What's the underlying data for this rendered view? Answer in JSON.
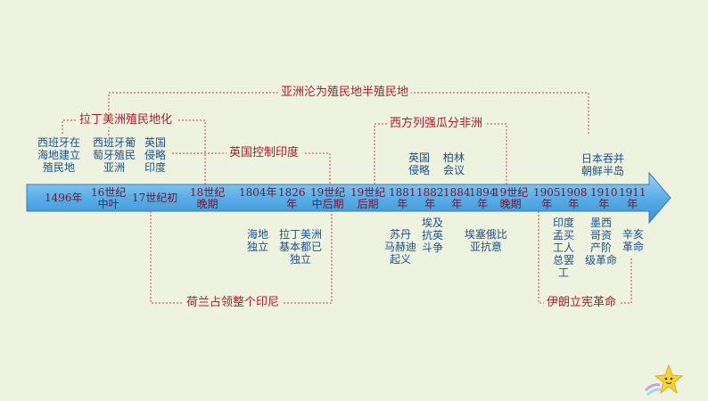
{
  "brackets": {
    "asia": "亚洲沦为殖民地半殖民地",
    "latin_america": "拉丁美洲殖民地化",
    "british_india": "英国控制印度",
    "partition_africa": "西方列强瓜分非洲",
    "dutch_indonesia": "荷兰占领整个印尼",
    "iran": "伊朗立宪革命"
  },
  "axis_labels": [
    "1496年",
    "16世纪\n中叶",
    "17世纪初",
    "18世纪\n晚期",
    "1804年",
    "1826\n年",
    "19世纪\n中后期",
    "19世纪\n后期",
    "1881\n年",
    "1882\n年",
    "1884\n年",
    "1894\n年",
    "19世纪\n晚期",
    "1905\n年",
    "1908\n年",
    "1910\n年",
    "1911\n年"
  ],
  "upper_events": {
    "spain_colony": "西班牙在\n海地建立\n殖民地",
    "spain_portugal": "西班牙葡\n萄牙殖民\n亚洲",
    "britain_india": "英国\n侵略\n印度",
    "britain_egypt": "英国\n侵略",
    "berlin": "柏林\n会议",
    "japan_korea": "日本吞并\n朝鲜半岛"
  },
  "lower_events": {
    "haiti": "海地\n独立",
    "latin_independence": "拉丁美洲\n基本都已\n独立",
    "sudan": "苏丹\n马赫迪\n起义",
    "egypt": "埃及\n抗英\n斗争",
    "ethiopia": "埃塞俄比\n亚抗意",
    "india_strike": "印度\n孟买\n工人\n总罢\n工",
    "mexico": "墨西\n哥资\n产阶\n级革命",
    "xinhai": "辛亥\n革命"
  },
  "colors": {
    "background": "#eef3df",
    "arrow": "#4a9fdb",
    "bracket": "#d33a4c",
    "red_text": "#b8162a",
    "blue_text": "#1b4f93",
    "axis_text": "#7a1230"
  },
  "icons": [
    "star-icon"
  ]
}
